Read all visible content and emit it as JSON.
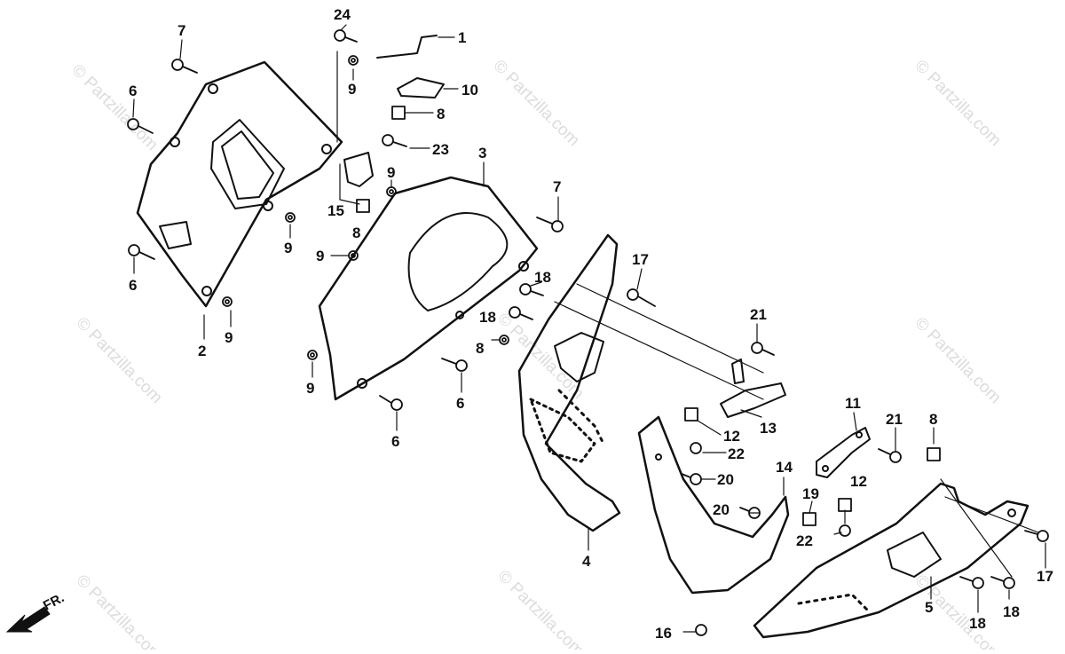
{
  "diagram": {
    "callouts": {
      "c24": "24",
      "c1": "1",
      "c7a": "7",
      "c10": "10",
      "c8a": "8",
      "c9a": "9",
      "c6a": "6",
      "c6b": "6",
      "c23": "23",
      "c9b": "9",
      "c15": "15",
      "c8b": "8",
      "c3": "3",
      "c7b": "7",
      "c9c": "9",
      "c9d": "9",
      "c9e": "9",
      "c2": "2",
      "c17a": "17",
      "c18a": "18",
      "c18b": "18",
      "c8c": "8",
      "c21a": "21",
      "c6c": "6",
      "c9f": "9",
      "c6d": "6",
      "c12a": "12",
      "c13": "13",
      "c22a": "22",
      "c20a": "20",
      "c11": "11",
      "c21b": "21",
      "c8d": "8",
      "c14": "14",
      "c20b": "20",
      "c19": "19",
      "c12b": "12",
      "c22b": "22",
      "c4": "4",
      "c17b": "17",
      "c5": "5",
      "c18c": "18",
      "c18d": "18",
      "c16": "16"
    },
    "watermarks": [
      "© Partzilla.com",
      "© Partzilla.com",
      "© Partzilla.com",
      "© Partzilla.com",
      "© Partzilla.com",
      "© Partzilla.com",
      "© Partzilla.com",
      "© Partzilla.com",
      "© Partzilla.com"
    ],
    "direction_label": "FR.",
    "colors": {
      "line": "#111111",
      "watermark": "#dcdcdc",
      "background": "#ffffff"
    }
  }
}
